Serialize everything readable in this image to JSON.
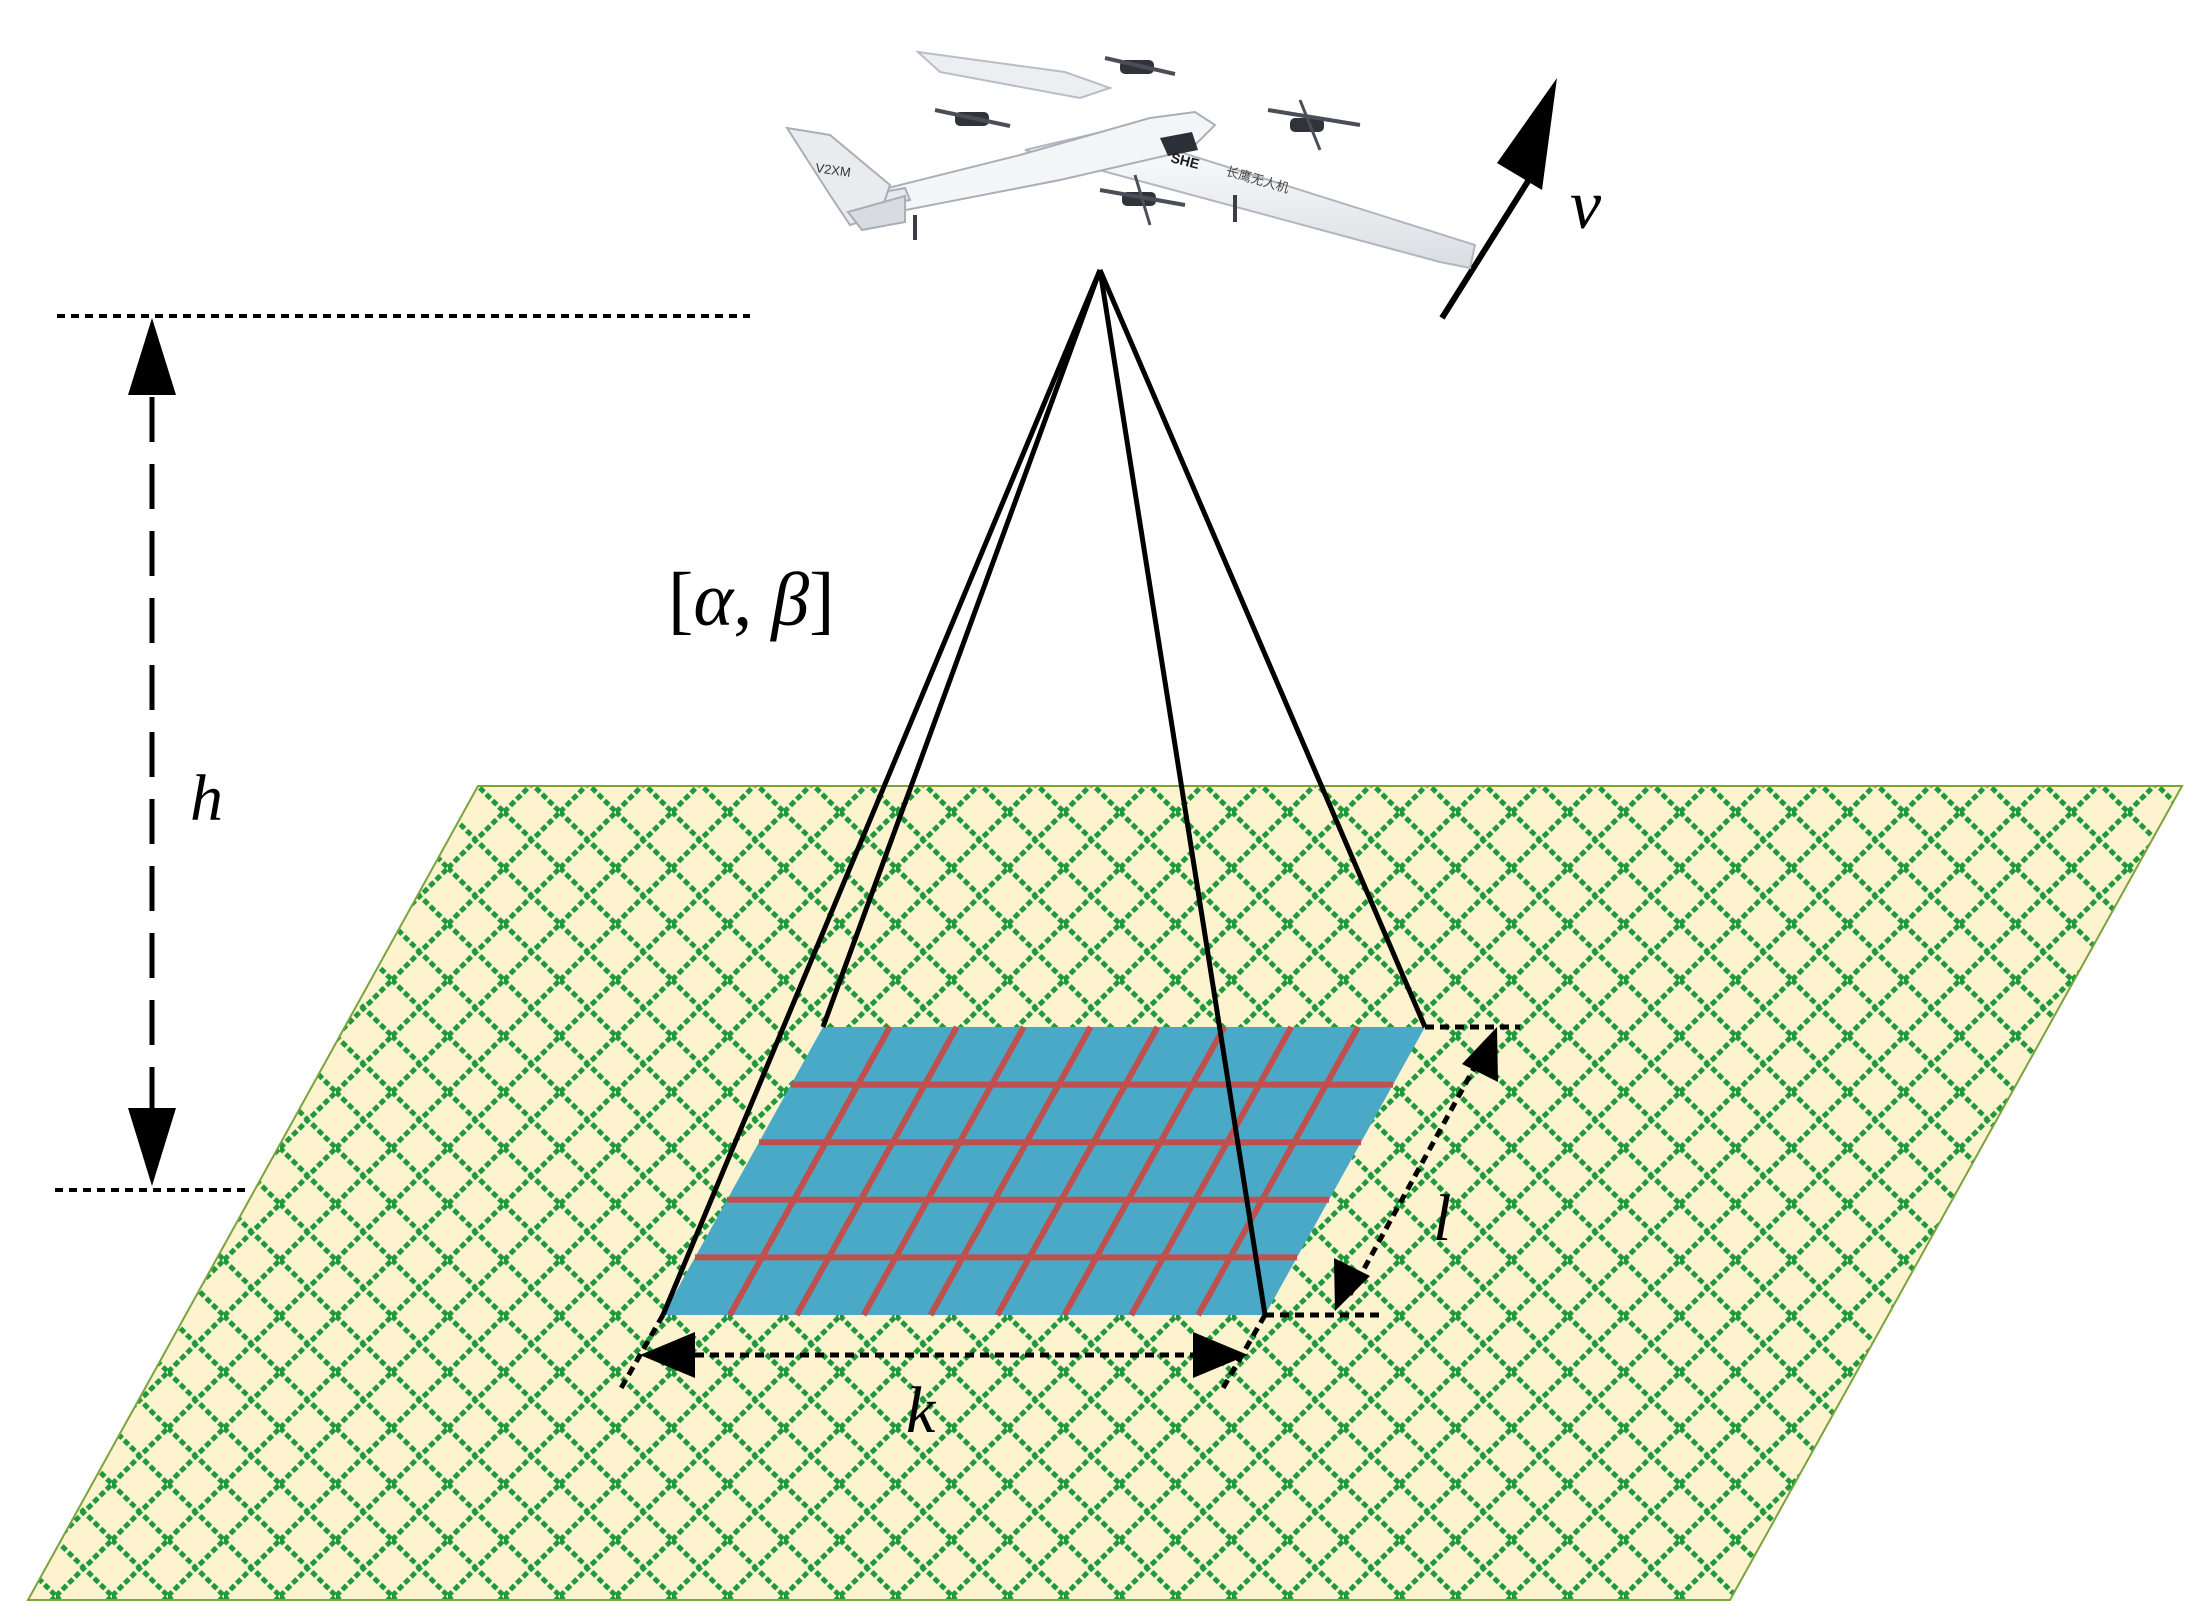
{
  "diagram": {
    "labels": {
      "velocity": "v",
      "height": "h",
      "angles_open": "[",
      "angle_alpha": "α",
      "angle_sep": ", ",
      "angle_beta": "β",
      "angles_close": "]",
      "length": "l",
      "width": "k"
    },
    "drone": {
      "tail_text": "V2XM",
      "body_text": "SHE",
      "wing_text": "长鹰无人机"
    },
    "colors": {
      "ground_fill": "#fdf3cf",
      "ground_pattern": "#1e9a3c",
      "footprint_fill": "#4aa9c6",
      "footprint_grid": "#c0504d",
      "lines": "#000000"
    }
  }
}
